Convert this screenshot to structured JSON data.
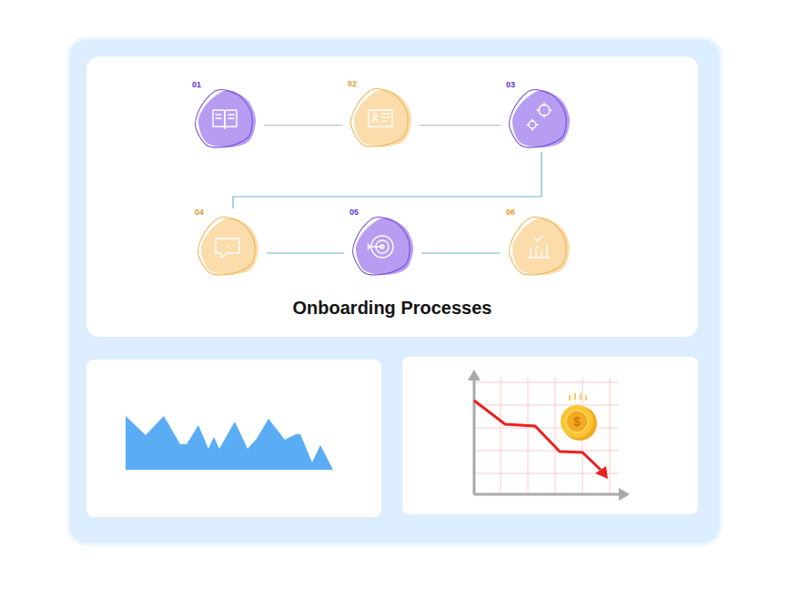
{
  "diagram": {
    "title": "Onboarding Processes",
    "nodes": [
      {
        "text": [
          "01"
        ]
      },
      {
        "text": [
          "02"
        ]
      },
      {
        "text": [
          "03"
        ]
      },
      {
        "text": [
          "04"
        ]
      },
      {
        "text": [
          "05"
        ]
      },
      {
        "text": [
          "06"
        ]
      }
    ],
    "edges": [
      {
        "from": 0,
        "to": 1,
        "arrow": "none"
      },
      {
        "from": 1,
        "to": 2,
        "arrow": "none"
      },
      {
        "from": 2,
        "to": 3,
        "arrow": "none"
      },
      {
        "from": 3,
        "to": 4,
        "arrow": "none"
      },
      {
        "from": 4,
        "to": 5,
        "arrow": "none"
      }
    ],
    "labels": [
      "$"
    ]
  }
}
